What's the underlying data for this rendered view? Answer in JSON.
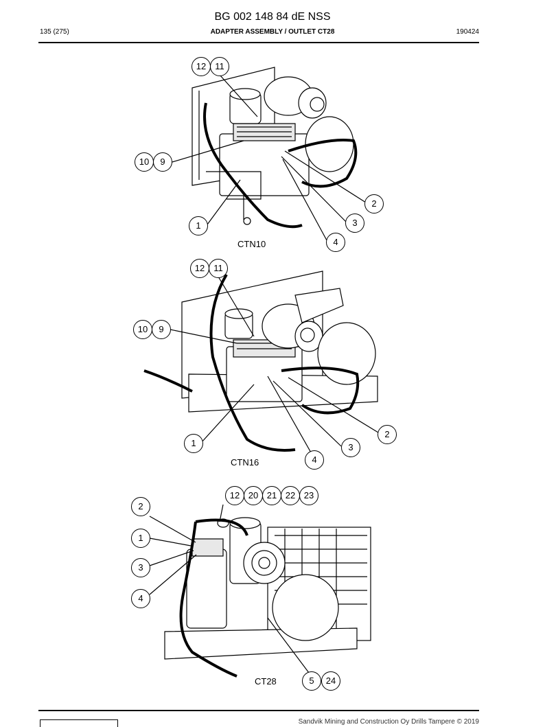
{
  "header": {
    "doc_title": "BG 002 148 84 dE NSS",
    "page": "135 (275)",
    "section": "ADAPTER ASSEMBLY / OUTLET CT28",
    "date": "190424"
  },
  "figures": [
    {
      "caption": "CTN10",
      "callouts": [
        "12",
        "11",
        "10",
        "9",
        "2",
        "3",
        "1",
        "4"
      ]
    },
    {
      "caption": "CTN16",
      "callouts": [
        "12",
        "11",
        "10",
        "9",
        "2",
        "3",
        "1",
        "4"
      ]
    },
    {
      "caption": "CT28",
      "callouts": [
        "12",
        "20",
        "21",
        "22",
        "23",
        "2",
        "1",
        "3",
        "4",
        "5",
        "24"
      ]
    }
  ],
  "footer": {
    "copyright": "Sandvik Mining and Construction Oy Drills Tampere © 2019"
  }
}
